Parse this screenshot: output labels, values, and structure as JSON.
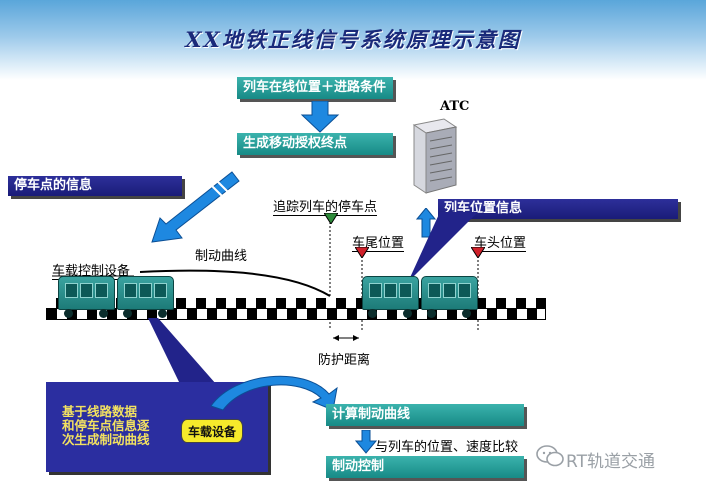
{
  "title": "XX地铁正线信号系统原理示意图",
  "boxes": {
    "train_position_condition": "列车在线位置＋进路条件",
    "generate_movement_authority": "生成移动授权终点",
    "stop_point_info": "停车点的信息",
    "train_position_info": "列车位置信息",
    "calc_braking_curve": "计算制动曲线",
    "braking_control": "制动控制"
  },
  "labels": {
    "atc": "ATC",
    "tracking_stop_point": "追踪列车的停车点",
    "braking_curve": "制动曲线",
    "onboard_control_equipment": "车载控制设备",
    "tail_position": "车尾位置",
    "head_position": "车头位置",
    "protection_distance": "防护距离",
    "compare_position_speed": "与列车的位置、速度比较",
    "onboard_equipment": "车载设备"
  },
  "blue_box_lines": [
    "基于线路数据",
    "和停车点信息逐",
    "次生成制动曲线"
  ],
  "watermark": "RT轨道交通",
  "colors": {
    "teal_box": "#1f9a95",
    "navy_box": "#22238a",
    "arrow_blue": "#1e88e0",
    "marker_green": "#2e8b3a",
    "marker_red": "#d0202a",
    "device_yellow": "#f6ea2b"
  },
  "icons": [
    "server-tower-icon",
    "wechat-icon"
  ]
}
